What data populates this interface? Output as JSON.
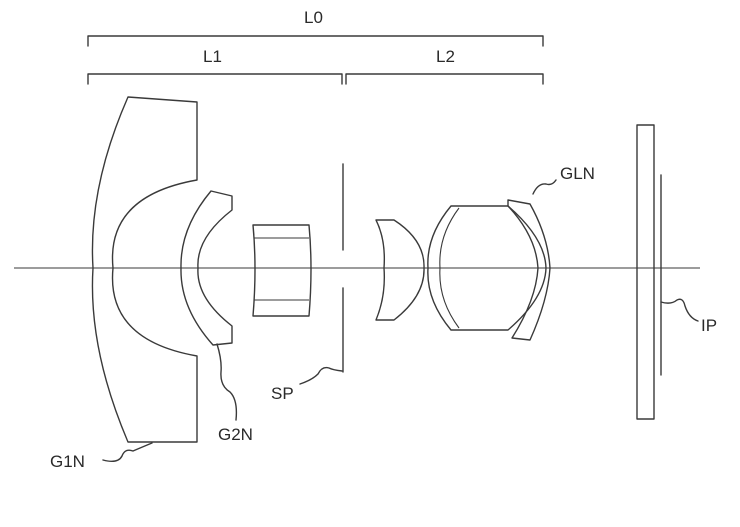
{
  "labels": {
    "l0": "L0",
    "l1": "L1",
    "l2": "L2",
    "g1n": "G1N",
    "g2n": "G2N",
    "sp": "SP",
    "gln": "GLN",
    "ip": "IP"
  }
}
